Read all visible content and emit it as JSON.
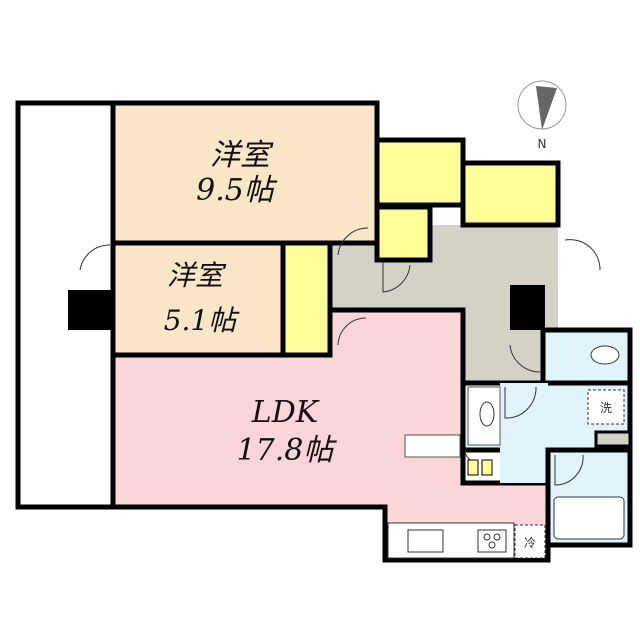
{
  "rooms": {
    "western1": {
      "name": "洋室",
      "size": "9.5帖"
    },
    "western2": {
      "name": "洋室",
      "size": "5.1帖"
    },
    "ldk": {
      "name": "LDK",
      "size": "17.8帖"
    }
  },
  "fixtures": {
    "washer": "洗",
    "fridge": "冷"
  },
  "compass": {
    "label": "N"
  },
  "colors": {
    "western": "#fbe6c8",
    "closet": "#ffff99",
    "hall": "#d4d2c6",
    "ldk": "#fcd5d9",
    "wet": "#e2f4fb",
    "wall": "#000000"
  }
}
